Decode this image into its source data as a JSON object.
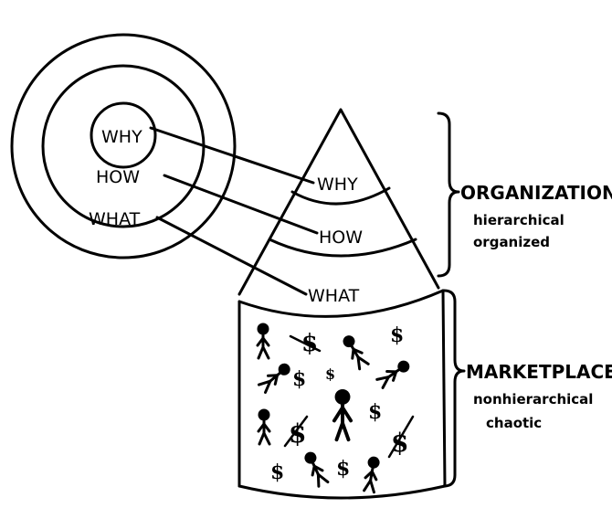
{
  "golden_circle": {
    "inner": "WHY",
    "middle": "HOW",
    "outer": "WHAT"
  },
  "cone_levels": [
    "WHY",
    "HOW",
    "WHAT"
  ],
  "organization": {
    "title": "ORGANIZATION",
    "line1": "hierarchical",
    "line2": "organized"
  },
  "marketplace": {
    "title": "MARKETPLACE",
    "line1": "nonhierarchical",
    "line2": "chaotic",
    "symbol": "$"
  },
  "colors": {
    "ink": "#000000",
    "background": "#ffffff"
  }
}
